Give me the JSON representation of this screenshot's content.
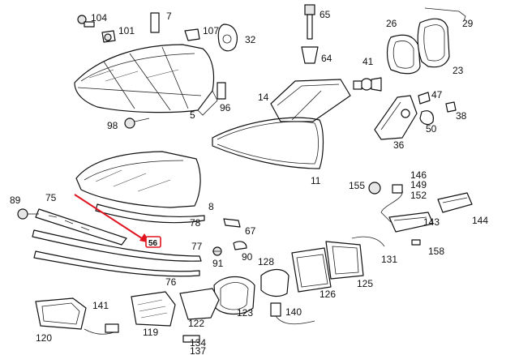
{
  "accent_color": "#e0141e",
  "highlighted_label": "56",
  "labels": {
    "p104": "104",
    "p7": "7",
    "p65": "65",
    "p26": "26",
    "p29": "29",
    "p101": "101",
    "p107": "107",
    "p32": "32",
    "p64": "64",
    "p41": "41",
    "p23": "23",
    "p14": "14",
    "p47": "47",
    "p96": "96",
    "p5": "5",
    "p38": "38",
    "p98": "98",
    "p50": "50",
    "p36": "36",
    "p11": "11",
    "p155": "155",
    "p146": "146",
    "p149": "149",
    "p152": "152",
    "p89": "89",
    "p75": "75",
    "p8": "8",
    "p78": "78",
    "p67": "67",
    "p143": "143",
    "p144": "144",
    "p56": "56",
    "p77": "77",
    "p91": "91",
    "p90": "90",
    "p128": "128",
    "p131": "131",
    "p158": "158",
    "p76": "76",
    "p126": "126",
    "p125": "125",
    "p123": "123",
    "p141": "141",
    "p140": "140",
    "p120": "120",
    "p119": "119",
    "p122": "122",
    "p134": "134",
    "p137": "137"
  }
}
